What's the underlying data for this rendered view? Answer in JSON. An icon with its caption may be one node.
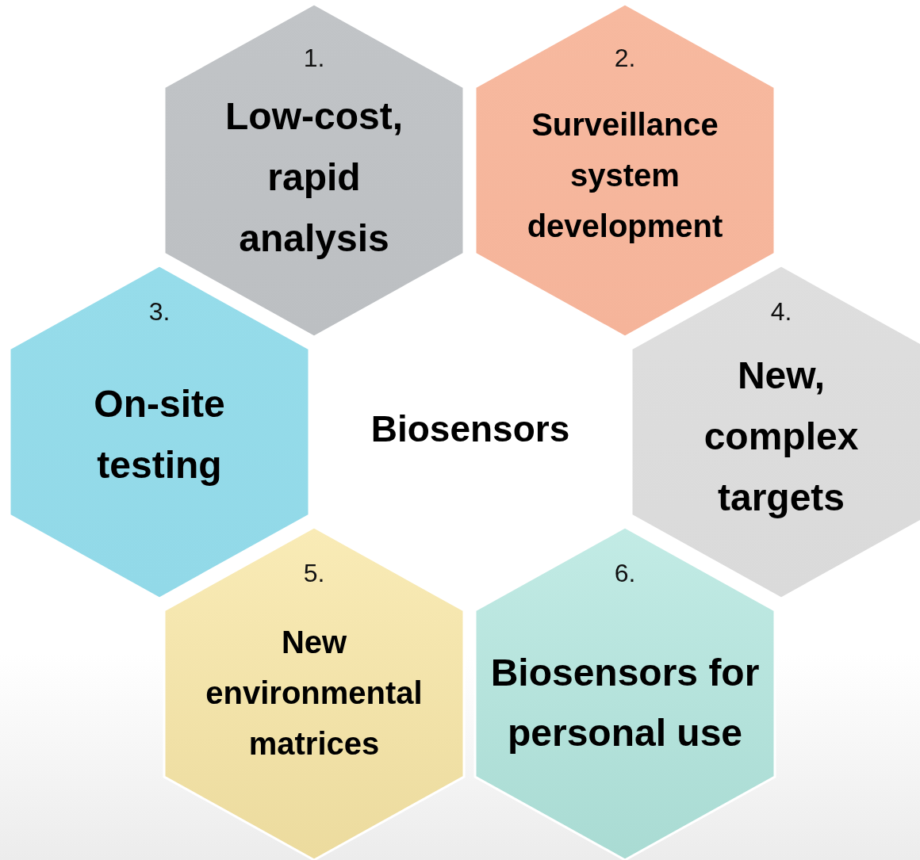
{
  "diagram": {
    "nodes": [
      {
        "text": [
          "1.",
          "Low-cost, rapid analysis"
        ]
      },
      {
        "text": [
          "2.",
          "Surveillance system development"
        ]
      },
      {
        "text": [
          "3.",
          "On-site testing"
        ]
      },
      {
        "text": [
          "4.",
          "New, complex targets"
        ]
      },
      {
        "text": [
          "5.",
          "New environmental matrices"
        ]
      },
      {
        "text": [
          "6.",
          "Biosensors for personal use"
        ]
      }
    ],
    "edges": [],
    "labels": [
      "Biosensors"
    ]
  }
}
